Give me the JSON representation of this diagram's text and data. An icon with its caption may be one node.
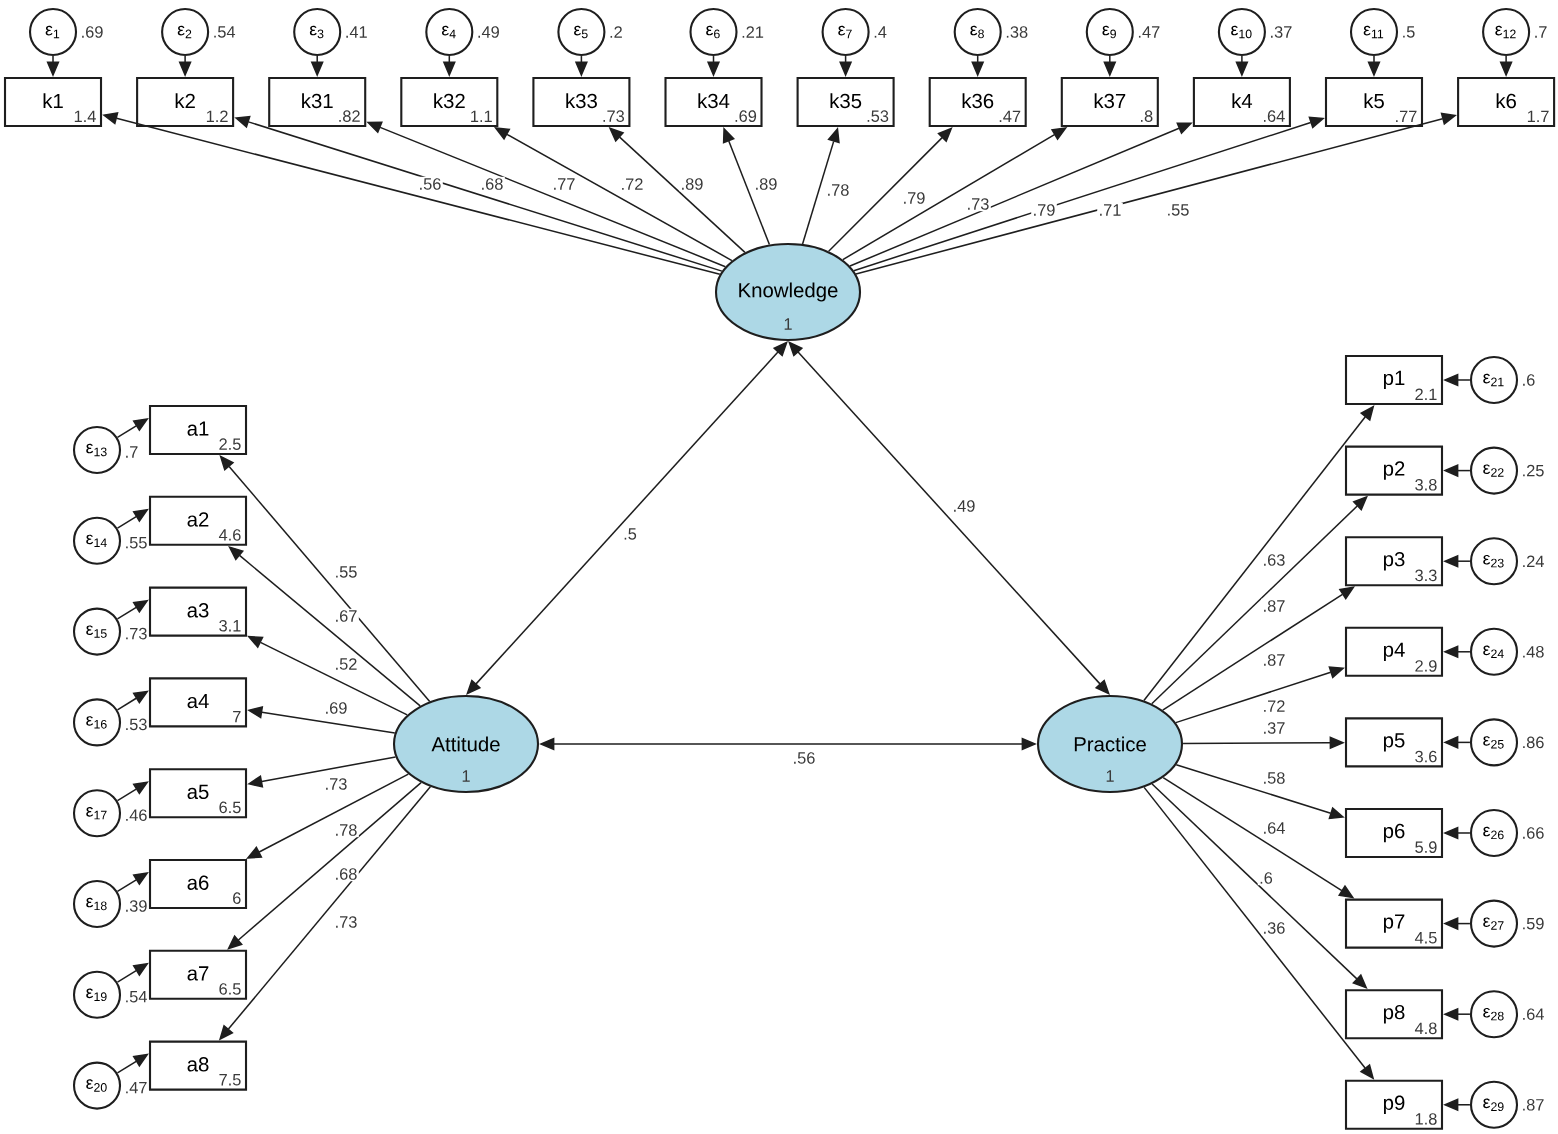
{
  "diagram": {
    "nodes": [
      {
        "text": [
          "ε$_{1}$"
        ],
        "beside": [
          ".69"
        ]
      },
      {
        "text": [
          "ε$_{2}$"
        ],
        "beside": [
          ".54"
        ]
      },
      {
        "text": [
          "ε$_{3}$"
        ],
        "beside": [
          ".41"
        ]
      },
      {
        "text": [
          "ε$_{4}$"
        ],
        "beside": [
          ".49"
        ]
      },
      {
        "text": [
          "ε$_{5}$"
        ],
        "beside": [
          ".2"
        ]
      },
      {
        "text": [
          "ε$_{6}$"
        ],
        "beside": [
          ".21"
        ]
      },
      {
        "text": [
          "ε$_{7}$"
        ],
        "beside": [
          ".4"
        ]
      },
      {
        "text": [
          "ε$_{8}$"
        ],
        "beside": [
          ".38"
        ]
      },
      {
        "text": [
          "ε$_{9}$"
        ],
        "beside": [
          ".47"
        ]
      },
      {
        "text": [
          "ε$_{10}$"
        ],
        "beside": [
          ".37"
        ]
      },
      {
        "text": [
          "ε$_{11}$"
        ],
        "beside": [
          ".5"
        ]
      },
      {
        "text": [
          "ε$_{12}$"
        ],
        "beside": [
          ".7"
        ]
      },
      {
        "text": [
          "k1",
          "1.4"
        ]
      },
      {
        "text": [
          "k2",
          "1.2"
        ]
      },
      {
        "text": [
          "k31",
          ".82"
        ]
      },
      {
        "text": [
          "k32",
          "1.1"
        ]
      },
      {
        "text": [
          "k33",
          ".73"
        ]
      },
      {
        "text": [
          "k34",
          ".69"
        ]
      },
      {
        "text": [
          "k35",
          ".53"
        ]
      },
      {
        "text": [
          "k36",
          ".47"
        ]
      },
      {
        "text": [
          "k37",
          ".8"
        ]
      },
      {
        "text": [
          "k4",
          ".64"
        ]
      },
      {
        "text": [
          "k5",
          ".77"
        ]
      },
      {
        "text": [
          "k6",
          "1.7"
        ]
      },
      {
        "text": [
          "Knowledge",
          "1"
        ]
      },
      {
        "text": [
          "ε$_{13}$"
        ],
        "beside": [
          ".7"
        ]
      },
      {
        "text": [
          "ε$_{14}$"
        ],
        "beside": [
          ".55"
        ]
      },
      {
        "text": [
          "ε$_{15}$"
        ],
        "beside": [
          ".73"
        ]
      },
      {
        "text": [
          "ε$_{16}$"
        ],
        "beside": [
          ".53"
        ]
      },
      {
        "text": [
          "ε$_{17}$"
        ],
        "beside": [
          ".46"
        ]
      },
      {
        "text": [
          "ε$_{18}$"
        ],
        "beside": [
          ".39"
        ]
      },
      {
        "text": [
          "ε$_{19}$"
        ],
        "beside": [
          ".54"
        ]
      },
      {
        "text": [
          "ε$_{20}$"
        ],
        "beside": [
          ".47"
        ]
      },
      {
        "text": [
          "a1",
          "2.5"
        ]
      },
      {
        "text": [
          "a2",
          "4.6"
        ]
      },
      {
        "text": [
          "a3",
          "3.1"
        ]
      },
      {
        "text": [
          "a4",
          "7"
        ]
      },
      {
        "text": [
          "a5",
          "6.5"
        ]
      },
      {
        "text": [
          "a6",
          "6"
        ]
      },
      {
        "text": [
          "a7",
          "6.5"
        ]
      },
      {
        "text": [
          "a8",
          "7.5"
        ]
      },
      {
        "text": [
          "Attitude",
          "1"
        ]
      },
      {
        "text": [
          "Practice",
          "1"
        ]
      },
      {
        "text": [
          "p1",
          "2.1"
        ]
      },
      {
        "text": [
          "p2",
          "3.8"
        ]
      },
      {
        "text": [
          "p3",
          "3.3"
        ]
      },
      {
        "text": [
          "p4",
          "2.9"
        ]
      },
      {
        "text": [
          "p5",
          "3.6"
        ]
      },
      {
        "text": [
          "p6",
          "5.9"
        ]
      },
      {
        "text": [
          "p7",
          "4.5"
        ]
      },
      {
        "text": [
          "p8",
          "4.8"
        ]
      },
      {
        "text": [
          "p9",
          "1.8"
        ]
      },
      {
        "text": [
          "ε$_{21}$"
        ],
        "beside": [
          ".6"
        ]
      },
      {
        "text": [
          "ε$_{22}$"
        ],
        "beside": [
          ".25"
        ]
      },
      {
        "text": [
          "ε$_{23}$"
        ],
        "beside": [
          ".24"
        ]
      },
      {
        "text": [
          "ε$_{24}$"
        ],
        "beside": [
          ".48"
        ]
      },
      {
        "text": [
          "ε$_{25}$"
        ],
        "beside": [
          ".86"
        ]
      },
      {
        "text": [
          "ε$_{26}$"
        ],
        "beside": [
          ".66"
        ]
      },
      {
        "text": [
          "ε$_{27}$"
        ],
        "beside": [
          ".59"
        ]
      },
      {
        "text": [
          "ε$_{28}$"
        ],
        "beside": [
          ".64"
        ]
      },
      {
        "text": [
          "ε$_{29}$"
        ],
        "beside": [
          ".87"
        ]
      }
    ],
    "edges": [
      {
        "from": 0,
        "to": 12,
        "arrow": "to"
      },
      {
        "from": 1,
        "to": 13,
        "arrow": "to"
      },
      {
        "from": 2,
        "to": 14,
        "arrow": "to"
      },
      {
        "from": 3,
        "to": 15,
        "arrow": "to"
      },
      {
        "from": 4,
        "to": 16,
        "arrow": "to"
      },
      {
        "from": 5,
        "to": 17,
        "arrow": "to"
      },
      {
        "from": 6,
        "to": 18,
        "arrow": "to"
      },
      {
        "from": 7,
        "to": 19,
        "arrow": "to"
      },
      {
        "from": 8,
        "to": 20,
        "arrow": "to"
      },
      {
        "from": 9,
        "to": 21,
        "arrow": "to"
      },
      {
        "from": 10,
        "to": 22,
        "arrow": "to"
      },
      {
        "from": 11,
        "to": 23,
        "arrow": "to"
      },
      {
        "from": 24,
        "to": 12,
        "arrow": "to",
        "label": ".56"
      },
      {
        "from": 24,
        "to": 13,
        "arrow": "to",
        "label": ".68"
      },
      {
        "from": 24,
        "to": 14,
        "arrow": "to",
        "label": ".77"
      },
      {
        "from": 24,
        "to": 15,
        "arrow": "to",
        "label": ".72"
      },
      {
        "from": 24,
        "to": 16,
        "arrow": "to",
        "label": ".89"
      },
      {
        "from": 24,
        "to": 17,
        "arrow": "to",
        "label": ".89"
      },
      {
        "from": 24,
        "to": 18,
        "arrow": "to",
        "label": ".78"
      },
      {
        "from": 24,
        "to": 19,
        "arrow": "to",
        "label": ".79"
      },
      {
        "from": 24,
        "to": 20,
        "arrow": "to",
        "label": ".73"
      },
      {
        "from": 24,
        "to": 21,
        "arrow": "to",
        "label": ".79"
      },
      {
        "from": 24,
        "to": 22,
        "arrow": "to",
        "label": ".71"
      },
      {
        "from": 24,
        "to": 23,
        "arrow": "to",
        "label": ".55"
      },
      {
        "from": 24,
        "to": 41,
        "arrow": "both",
        "label": ".5"
      },
      {
        "from": 24,
        "to": 42,
        "arrow": "both",
        "label": ".49"
      },
      {
        "from": 41,
        "to": 42,
        "arrow": "both",
        "label": ".56"
      },
      {
        "from": 25,
        "to": 33,
        "arrow": "to"
      },
      {
        "from": 26,
        "to": 34,
        "arrow": "to"
      },
      {
        "from": 27,
        "to": 35,
        "arrow": "to"
      },
      {
        "from": 28,
        "to": 36,
        "arrow": "to"
      },
      {
        "from": 29,
        "to": 37,
        "arrow": "to"
      },
      {
        "from": 30,
        "to": 38,
        "arrow": "to"
      },
      {
        "from": 31,
        "to": 39,
        "arrow": "to"
      },
      {
        "from": 32,
        "to": 40,
        "arrow": "to"
      },
      {
        "from": 41,
        "to": 33,
        "arrow": "to",
        "label": ".55"
      },
      {
        "from": 41,
        "to": 34,
        "arrow": "to",
        "label": ".67"
      },
      {
        "from": 41,
        "to": 35,
        "arrow": "to",
        "label": ".52"
      },
      {
        "from": 41,
        "to": 36,
        "arrow": "to",
        "label": ".69"
      },
      {
        "from": 41,
        "to": 37,
        "arrow": "to",
        "label": ".73"
      },
      {
        "from": 41,
        "to": 38,
        "arrow": "to",
        "label": ".78"
      },
      {
        "from": 41,
        "to": 39,
        "arrow": "to",
        "label": ".68"
      },
      {
        "from": 41,
        "to": 40,
        "arrow": "to",
        "label": ".73"
      },
      {
        "from": 42,
        "to": 43,
        "arrow": "to",
        "label": ".63"
      },
      {
        "from": 42,
        "to": 44,
        "arrow": "to",
        "label": ".87"
      },
      {
        "from": 42,
        "to": 45,
        "arrow": "to",
        "label": ".87"
      },
      {
        "from": 42,
        "to": 46,
        "arrow": "to",
        "label": ".72"
      },
      {
        "from": 42,
        "to": 47,
        "arrow": "to",
        "label": ".37"
      },
      {
        "from": 42,
        "to": 48,
        "arrow": "to",
        "label": ".58"
      },
      {
        "from": 42,
        "to": 49,
        "arrow": "to",
        "label": ".64"
      },
      {
        "from": 42,
        "to": 50,
        "arrow": "to",
        "label": ".6"
      },
      {
        "from": 42,
        "to": 51,
        "arrow": "to",
        "label": ".36"
      },
      {
        "from": 52,
        "to": 43,
        "arrow": "to"
      },
      {
        "from": 53,
        "to": 44,
        "arrow": "to"
      },
      {
        "from": 54,
        "to": 45,
        "arrow": "to"
      },
      {
        "from": 55,
        "to": 46,
        "arrow": "to"
      },
      {
        "from": 56,
        "to": 47,
        "arrow": "to"
      },
      {
        "from": 57,
        "to": 48,
        "arrow": "to"
      },
      {
        "from": 58,
        "to": 49,
        "arrow": "to"
      },
      {
        "from": 59,
        "to": 50,
        "arrow": "to"
      },
      {
        "from": 60,
        "to": 51,
        "arrow": "to"
      }
    ]
  }
}
